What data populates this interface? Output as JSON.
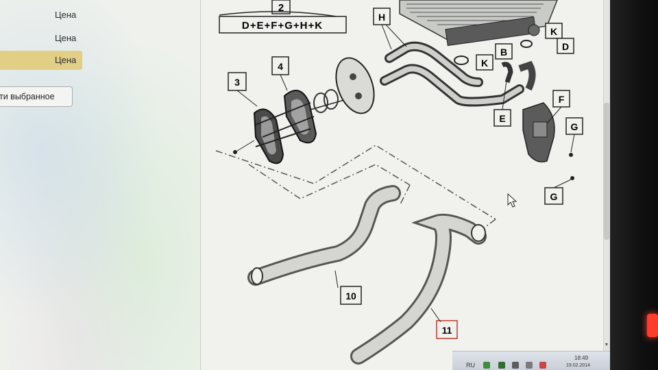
{
  "sidebar": {
    "price_rows": [
      "Цена",
      "Цена",
      "Цена"
    ],
    "favorites_button": "ти выбранное"
  },
  "diagram": {
    "group_code": "2",
    "group_letters": "D+E+F+G+H+K",
    "callouts": {
      "c3": "3",
      "c4": "4",
      "h": "H",
      "b": "B",
      "k1": "K",
      "k2": "K",
      "d": "D",
      "e": "E",
      "f": "F",
      "g1": "G",
      "g2": "G",
      "c10": "10",
      "c11": "11"
    }
  },
  "taskbar": {
    "language": "RU",
    "time": "18:49",
    "date": "19.02.2014"
  },
  "colors": {
    "selected_row": "#e2cf86",
    "part_fill": "#d9dbd7",
    "part_dark": "#4a4a4a",
    "callout_border": "#222222",
    "highlight_callout_border": "#c0392b",
    "power_led": "#ff3b2b"
  },
  "icons": [
    "cursor-arrow-icon",
    "network-icon",
    "volume-icon",
    "flag-icon"
  ]
}
